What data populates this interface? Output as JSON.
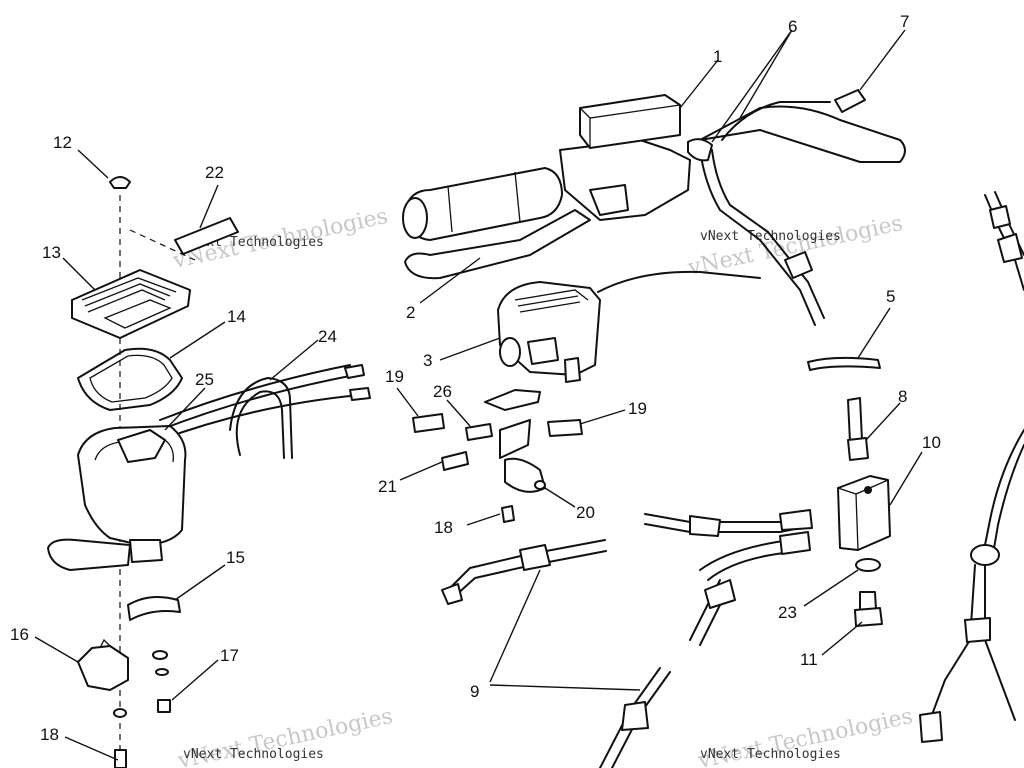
{
  "callouts": {
    "c1": "1",
    "c2": "2",
    "c3": "3",
    "c5": "5",
    "c6": "6",
    "c7": "7",
    "c8": "8",
    "c9": "9",
    "c10": "10",
    "c11": "11",
    "c12": "12",
    "c13": "13",
    "c14": "14",
    "c15": "15",
    "c16": "16",
    "c17": "17",
    "c18a": "18",
    "c18b": "18",
    "c19a": "19",
    "c19b": "19",
    "c20": "20",
    "c21": "21",
    "c22": "22",
    "c23": "23",
    "c24": "24",
    "c25": "25",
    "c26": "26"
  },
  "watermark": {
    "big": "vNext Technologies",
    "small": "vNext Technologies"
  }
}
